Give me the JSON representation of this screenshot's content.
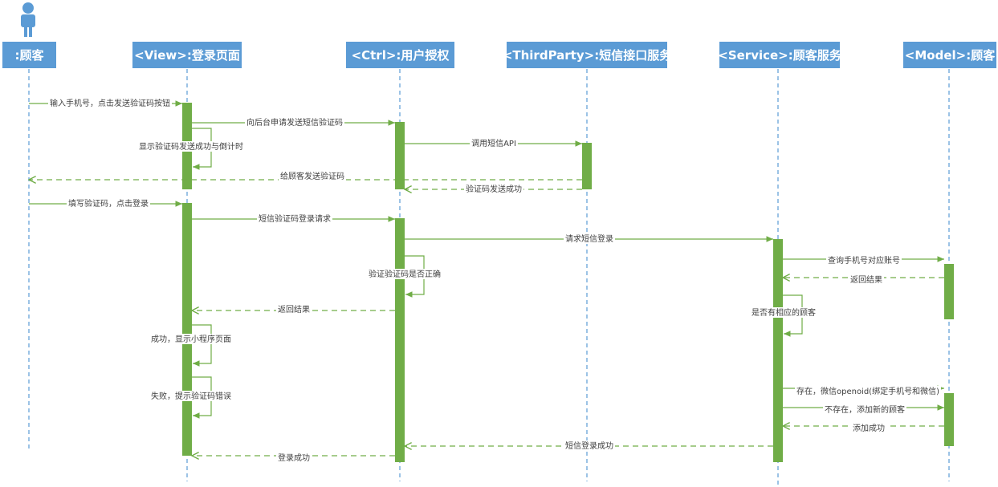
{
  "lifelines": [
    {
      "id": "customer",
      "label": ":顾客"
    },
    {
      "id": "view",
      "label": "<View>:登录页面"
    },
    {
      "id": "ctrl",
      "label": "<Ctrl>:用户授权"
    },
    {
      "id": "third",
      "label": "<ThirdParty>:短信接口服务"
    },
    {
      "id": "service",
      "label": "<Service>:顾客服务"
    },
    {
      "id": "model",
      "label": "<Model>:顾客"
    }
  ],
  "messages": [
    {
      "id": "m1",
      "label": "输入手机号，点击发送验证码按钮",
      "kind": "sync"
    },
    {
      "id": "m2",
      "label": "向后台申请发送短信验证码",
      "kind": "sync"
    },
    {
      "id": "m3",
      "label": "显示验证码发送成功与倒计时",
      "kind": "self"
    },
    {
      "id": "m4",
      "label": "调用短信API",
      "kind": "sync"
    },
    {
      "id": "m5",
      "label": "给顾客发送验证码",
      "kind": "return"
    },
    {
      "id": "m6",
      "label": "验证码发送成功",
      "kind": "return"
    },
    {
      "id": "m7",
      "label": "填写验证码，点击登录",
      "kind": "sync"
    },
    {
      "id": "m8",
      "label": "短信验证码登录请求",
      "kind": "sync"
    },
    {
      "id": "m9",
      "label": "请求短信登录",
      "kind": "sync"
    },
    {
      "id": "m10",
      "label": "查询手机号对应账号",
      "kind": "sync"
    },
    {
      "id": "m11",
      "label": "验证验证码是否正确",
      "kind": "self"
    },
    {
      "id": "m12",
      "label": "返回结果",
      "kind": "return"
    },
    {
      "id": "m13",
      "label": "返回结果",
      "kind": "return"
    },
    {
      "id": "m14",
      "label": "是否有相应的顾客",
      "kind": "self"
    },
    {
      "id": "m15",
      "label": "成功，显示小程序页面",
      "kind": "self"
    },
    {
      "id": "m16",
      "label": "失败，提示验证码错误",
      "kind": "self"
    },
    {
      "id": "m17",
      "label": "存在，微信openoid(绑定手机号和微信)",
      "kind": "sync"
    },
    {
      "id": "m18",
      "label": "不存在，添加新的顾客",
      "kind": "sync"
    },
    {
      "id": "m19",
      "label": "添加成功",
      "kind": "return"
    },
    {
      "id": "m20",
      "label": "短信登录成功",
      "kind": "return"
    },
    {
      "id": "m21",
      "label": "登录成功",
      "kind": "return"
    }
  ],
  "colors": {
    "header": "#5b9bd5",
    "header_text": "#ffffff",
    "lifeline": "#5b9bd5",
    "activation": "#70ad47",
    "message": "#70ad47",
    "label_text": "#404040"
  },
  "actor_icon": "person-icon"
}
